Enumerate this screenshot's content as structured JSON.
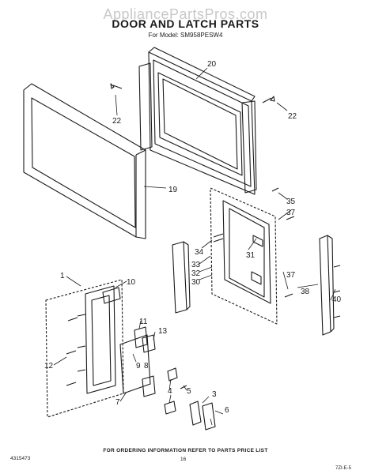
{
  "watermark": "AppliancePartsPros.com",
  "title": "DOOR AND LATCH PARTS",
  "model": "For Model: SM958PESW4",
  "footer": "FOR ORDERING INFORMATION REFER TO PARTS PRICE LIST",
  "doc_number": "4315473",
  "page_number": "16",
  "revision_code": "7ZI-E-5",
  "callouts": {
    "c1": "1",
    "c3": "3",
    "c4": "4",
    "c5": "5",
    "c6": "6",
    "c7": "7",
    "c8": "8",
    "c9": "9",
    "c10": "10",
    "c11": "11",
    "c12": "12",
    "c13": "13",
    "c19": "19",
    "c20": "20",
    "c22a": "22",
    "c22b": "22",
    "c30": "30",
    "c31": "31",
    "c32": "32",
    "c33": "33",
    "c34": "34",
    "c35": "35",
    "c37a": "37",
    "c37b": "37",
    "c38": "38",
    "c40": "40"
  }
}
